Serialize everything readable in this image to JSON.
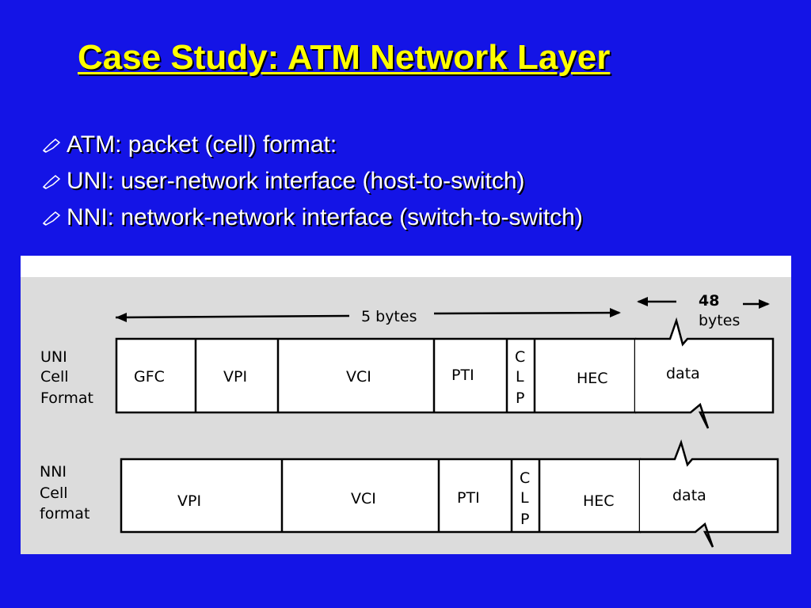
{
  "slide": {
    "title": "Case Study: ATM Network Layer",
    "bullets": [
      "ATM: packet (cell) format:",
      "UNI: user-network interface (host-to-switch)",
      "NNI: network-network interface (switch-to-switch)"
    ],
    "bullet_icon": "pen-icon",
    "colors": {
      "background": "#1414e6",
      "title": "#ffff00",
      "text": "#ffffff"
    }
  },
  "diagram": {
    "header_5bytes": "5 bytes",
    "header_48": "48",
    "header_bytes": "bytes",
    "uni": {
      "label_lines": [
        "UNI",
        "Cell",
        "Format"
      ],
      "fields": [
        "GFC",
        "VPI",
        "VCI",
        "PTI",
        "C",
        "L",
        "P",
        "HEC"
      ],
      "data": "data"
    },
    "nni": {
      "label_lines": [
        "NNI",
        "Cell",
        "format"
      ],
      "fields": [
        "VPI",
        "VCI",
        "PTI",
        "C",
        "L",
        "P",
        "HEC"
      ],
      "data": "data"
    }
  }
}
